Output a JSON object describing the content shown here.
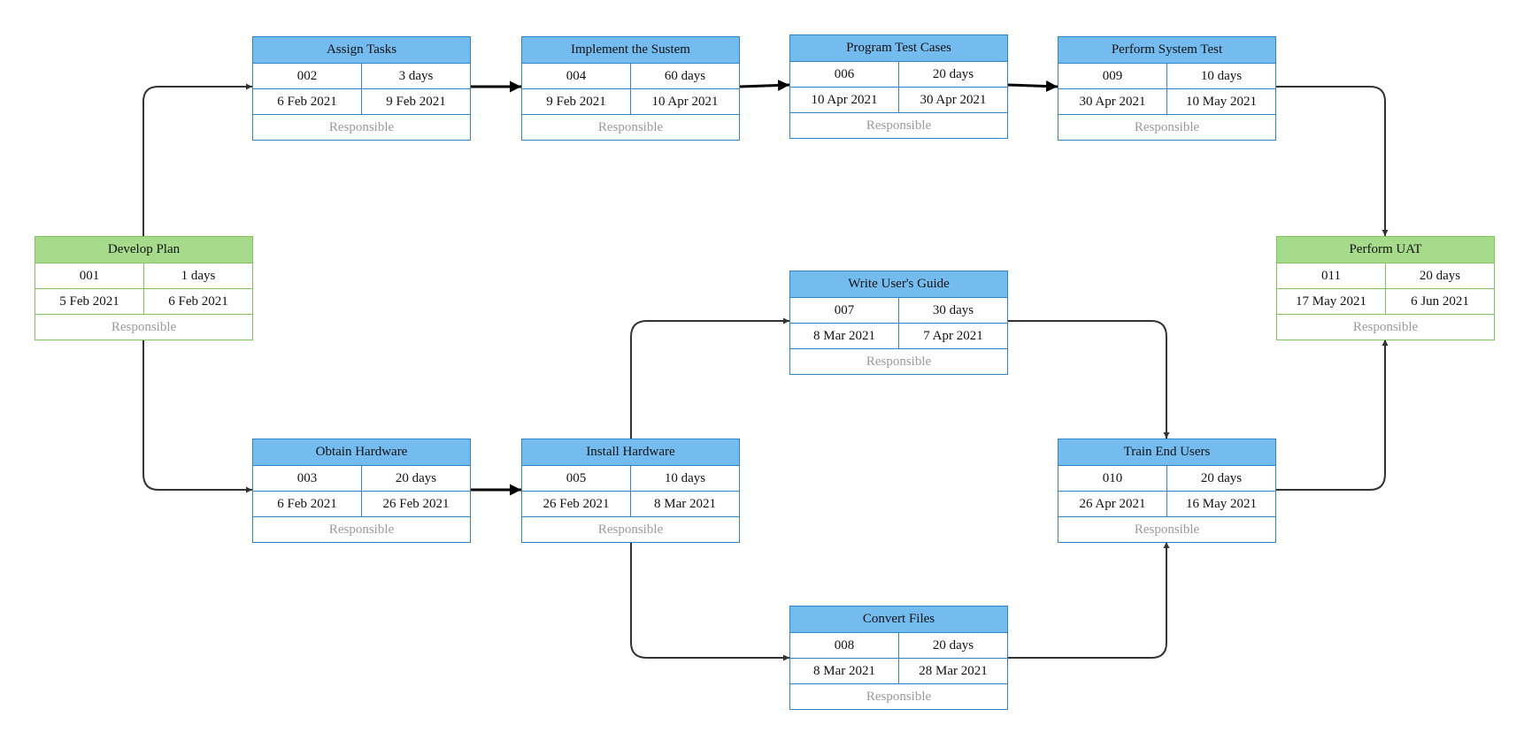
{
  "tasks": {
    "develop_plan": {
      "name": "Develop Plan",
      "id": "001",
      "duration": "1 days",
      "start": "5 Feb 2021",
      "end": "6 Feb 2021",
      "responsible": "Responsible",
      "color": "#a6db8c"
    },
    "assign_tasks": {
      "name": "Assign Tasks",
      "id": "002",
      "duration": "3 days",
      "start": "6 Feb 2021",
      "end": "9 Feb 2021",
      "responsible": "Responsible",
      "color": "#74bcf0"
    },
    "obtain_hardware": {
      "name": "Obtain Hardware",
      "id": "003",
      "duration": "20 days",
      "start": "6 Feb 2021",
      "end": "26 Feb 2021",
      "responsible": "Responsible",
      "color": "#74bcf0"
    },
    "implement_system": {
      "name": "Implement the Sustem",
      "id": "004",
      "duration": "60 days",
      "start": "9 Feb 2021",
      "end": "10 Apr 2021",
      "responsible": "Responsible",
      "color": "#74bcf0"
    },
    "install_hardware": {
      "name": "Install Hardware",
      "id": "005",
      "duration": "10 days",
      "start": "26 Feb 2021",
      "end": "8 Mar 2021",
      "responsible": "Responsible",
      "color": "#74bcf0"
    },
    "program_test_cases": {
      "name": "Program Test Cases",
      "id": "006",
      "duration": "20 days",
      "start": "10 Apr 2021",
      "end": "30 Apr 2021",
      "responsible": "Responsible",
      "color": "#74bcf0"
    },
    "write_users_guide": {
      "name": "Write User's Guide",
      "id": "007",
      "duration": "30 days",
      "start": "8 Mar 2021",
      "end": "7 Apr 2021",
      "responsible": "Responsible",
      "color": "#74bcf0"
    },
    "convert_files": {
      "name": "Convert Files",
      "id": "008",
      "duration": "20 days",
      "start": "8 Mar 2021",
      "end": "28 Mar 2021",
      "responsible": "Responsible",
      "color": "#74bcf0"
    },
    "perform_system_test": {
      "name": "Perform System Test",
      "id": "009",
      "duration": "10 days",
      "start": "30 Apr 2021",
      "end": "10 May 2021",
      "responsible": "Responsible",
      "color": "#74bcf0"
    },
    "train_end_users": {
      "name": "Train End Users",
      "id": "010",
      "duration": "20 days",
      "start": "26 Apr 2021",
      "end": "16 May 2021",
      "responsible": "Responsible",
      "color": "#74bcf0"
    },
    "perform_uat": {
      "name": "Perform UAT",
      "id": "011",
      "duration": "20 days",
      "start": "17 May 2021",
      "end": "6 Jun 2021",
      "responsible": "Responsible",
      "color": "#a6db8c"
    }
  },
  "dependencies": [
    {
      "from": "develop_plan",
      "to": "assign_tasks",
      "critical": false
    },
    {
      "from": "develop_plan",
      "to": "obtain_hardware",
      "critical": false
    },
    {
      "from": "assign_tasks",
      "to": "implement_system",
      "critical": true
    },
    {
      "from": "implement_system",
      "to": "program_test_cases",
      "critical": true
    },
    {
      "from": "program_test_cases",
      "to": "perform_system_test",
      "critical": true
    },
    {
      "from": "perform_system_test",
      "to": "perform_uat",
      "critical": false
    },
    {
      "from": "obtain_hardware",
      "to": "install_hardware",
      "critical": true
    },
    {
      "from": "install_hardware",
      "to": "write_users_guide",
      "critical": false
    },
    {
      "from": "install_hardware",
      "to": "convert_files",
      "critical": false
    },
    {
      "from": "write_users_guide",
      "to": "train_end_users",
      "critical": false
    },
    {
      "from": "convert_files",
      "to": "train_end_users",
      "critical": false
    },
    {
      "from": "train_end_users",
      "to": "perform_uat",
      "critical": false
    }
  ]
}
